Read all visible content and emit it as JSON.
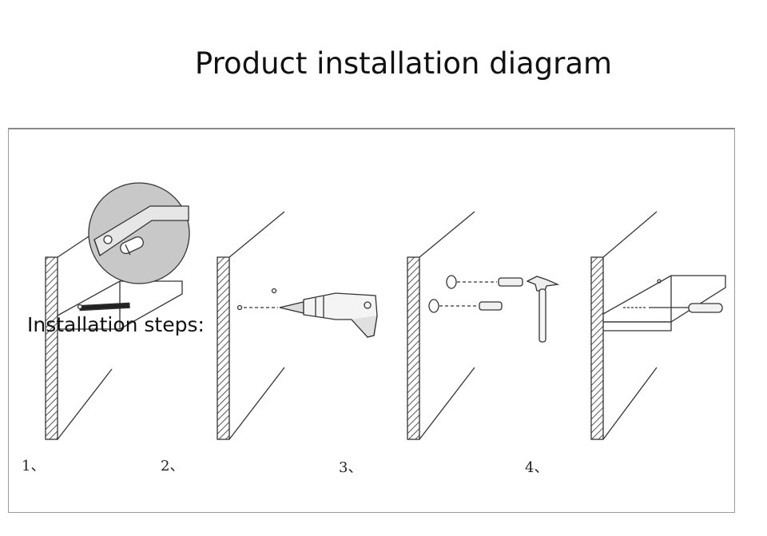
{
  "title": "Product installation diagram",
  "steps_label": "Installation steps:",
  "steps": [
    "1、",
    "2、",
    "3、",
    "4、"
  ],
  "line_color": "#333333",
  "hatch_color": "#555555"
}
